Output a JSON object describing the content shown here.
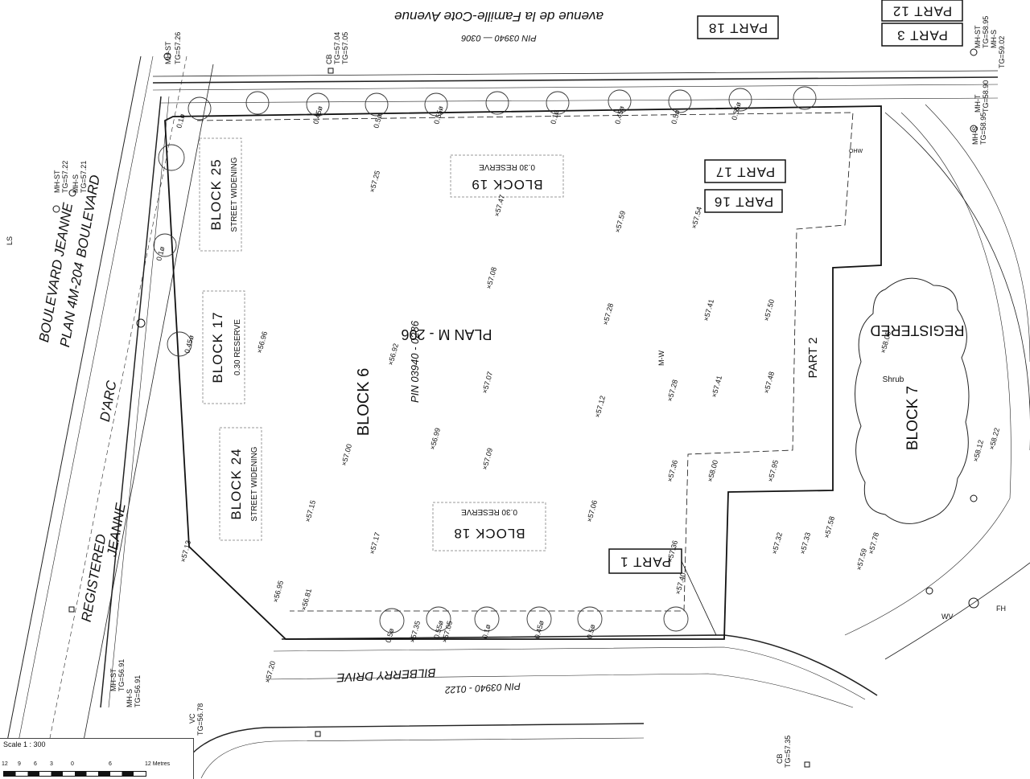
{
  "streets": {
    "top": "avenue de la Famille-Cote Avenue",
    "top_pin": "PIN   03940 — 0306",
    "left_a": "BOULEVARD   JEANNE",
    "left_b": "D'ARC",
    "left_plan": "PLAN   4M-204",
    "left_reg": "REGISTERED",
    "left_boulevard2": "BOULEVARD",
    "left_jeanne2": "JEANNE",
    "bottom": "BILBERRY   DRIVE",
    "bottom_pin": "PIN   03940 - 0122"
  },
  "blocks": {
    "block6": "BLOCK   6",
    "plan_m206": "PLAN   M - 206",
    "pin_6": "PIN   03940 - 0286",
    "block7": "BLOCK   7",
    "registered": "REGISTERED",
    "block19": "BLOCK  19",
    "block19_sub": "0.30 RESERVE",
    "block18": "BLOCK  18",
    "block18_sub": "0.30 RESERVE",
    "block25": "BLOCK  25",
    "block25_sub": "STREET   WIDENING",
    "block17": "BLOCK  17",
    "block17_sub": "0.30  RESERVE",
    "block24": "BLOCK  24",
    "block24_sub": "STREET   WIDENING",
    "part2": "PART  2",
    "shrub": "Shrub"
  },
  "parts": {
    "part1": "PART  1",
    "part3": "PART  3",
    "part12": "PART  12",
    "part16": "PART  16",
    "part17": "PART  17",
    "part18": "PART  18"
  },
  "utility_labels": {
    "mh_st_top": "MH-ST",
    "tg_top": "TG=57.26",
    "mh_st_left": "MH-ST",
    "tg_left": "TG=57.22",
    "mh_s_left": "MH-S",
    "tg_left2": "TG=57.21",
    "mh_st_bl": "MH-ST",
    "tg_bl": "TG=56.91",
    "mh_s_bl": "MH-S",
    "tg_bl2": "TG=56.91",
    "mh_t_r": "MH-T",
    "tg_r": "TG=58.90",
    "mh_s_r": "MH-S",
    "tg_r2": "TG=58.95",
    "mh_st_tr": "MH-ST",
    "tg_tr": "TG=58.95",
    "mh_s_tr": "MH-S",
    "tg_tr2": "TG=59.02",
    "cb_top": "CB",
    "tg_cb_top": "TG=57.04",
    "tg_cb_top2": "TG=57.05",
    "vc": "VC",
    "tg_vc": "TG=56.78",
    "cb_bottom": "CB",
    "tg_cb_bottom": "TG=57.35",
    "ls": "LS",
    "fh": "FH",
    "wv": "WV",
    "mh_w": "M-W",
    "ohw": "OHW"
  },
  "spot_elevations": [
    "57.25",
    "57.47",
    "57.59",
    "57.54",
    "57.08",
    "56.92",
    "57.07",
    "57.28",
    "57.41",
    "57.50",
    "56.96",
    "57.28",
    "57.41",
    "57.48",
    "56.99",
    "57.12",
    "57.36",
    "57.95",
    "58.00",
    "57.09",
    "57.15",
    "57.13",
    "56.95",
    "57.20",
    "56.81",
    "57.06",
    "57.36",
    "57.05",
    "57.35",
    "57.00",
    "57.17",
    "57.40",
    "57.59",
    "57.78",
    "58.05",
    "58.12",
    "58.22",
    "57.32",
    "57.33",
    "57.58"
  ],
  "tree_labels": [
    "0.1ø",
    "0.45ø",
    "0.5ø",
    "0.55ø"
  ],
  "scale": {
    "title": "Scale  1 : 300",
    "ticks": [
      "12",
      "9",
      "6",
      "3",
      "0",
      "6",
      "12 Metres"
    ]
  }
}
